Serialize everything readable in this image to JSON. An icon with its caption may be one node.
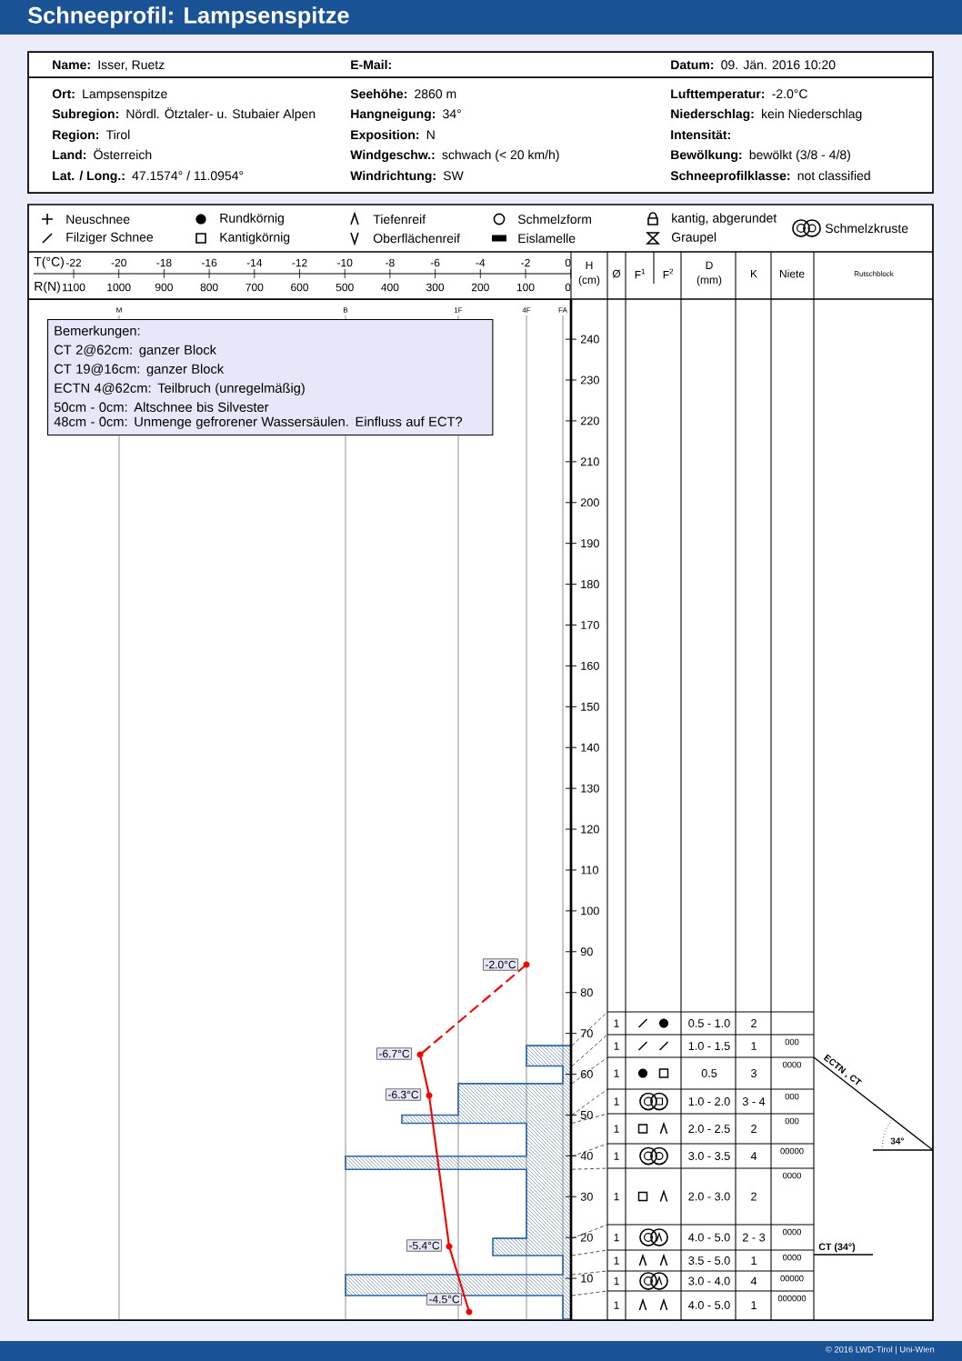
{
  "diagram": {
    "title": "Schneeprofil: Lampsenspitze",
    "nodes": [
      {
        "text": [
          "Bemerkungen:",
          "CT 2@62cm: ganzer Block",
          "CT 19@16cm: ganzer Block",
          "ECTN 4@62cm: Teilbruch (unregelmäßig)",
          "50cm - 0cm: Altschnee bis Silvester",
          "48cm - 0cm: Unmenge gefrorener Wassersäulen. Einfluss auf ECT?"
        ]
      },
      {
        "text": [
          "-2.0°C"
        ]
      },
      {
        "text": [
          "-6.7°C"
        ]
      },
      {
        "text": [
          "-6.3°C"
        ]
      },
      {
        "text": [
          "-5.4°C"
        ]
      },
      {
        "text": [
          "-4.5°C"
        ]
      }
    ],
    "labels": [
      "Name:",
      "Isser, Ruetz",
      "E-Mail:",
      "Datum:",
      "09. Jän. 2016 10:20",
      "Ort:",
      "Lampsenspitze",
      "Seehöhe:",
      "2860 m",
      "Lufttemperatur:",
      "-2.0°C",
      "Subregion:",
      "Nördl. Ötztaler- u. Stubaier Alpen",
      "Hangneigung:",
      "34°",
      "Niederschlag:",
      "kein Niederschlag",
      "Region:",
      "Tirol",
      "Exposition:",
      "N",
      "Intensität:",
      "Land:",
      "Österreich",
      "Windgeschw.:",
      "schwach (< 20 km/h)",
      "Bewölkung:",
      "bewölkt (3/8 - 4/8)",
      "Lat. / Long.:",
      "47.1574° / 11.0954°",
      "Windrichtung:",
      "SW",
      "Schneeprofilklasse:",
      "not classified",
      "T(°C)",
      "-22",
      "-20",
      "-18",
      "-16",
      "-14",
      "-12",
      "-10",
      "-8",
      "-6",
      "-4",
      "-2",
      "0",
      "R(N)",
      "1100",
      "1000",
      "900",
      "800",
      "700",
      "600",
      "500",
      "400",
      "300",
      "200",
      "100",
      "0",
      "H (cm)",
      "Ø",
      "F$^{1}$",
      "F$^{2}$",
      "D (mm)",
      "K",
      "Niete",
      "Rutschblock",
      "M",
      "B",
      "1F",
      "4F",
      "FA",
      "240",
      "230",
      "220",
      "210",
      "200",
      "190",
      "180",
      "170",
      "160",
      "150",
      "140",
      "130",
      "120",
      "110",
      "100",
      "90",
      "80",
      "70",
      "60",
      "50",
      "40",
      "30",
      "20",
      "10",
      "1",
      "0.5 - 1.0",
      "2",
      "1",
      "1.0 - 1.5",
      "1",
      "000",
      "1",
      "0.5",
      "3",
      "0000",
      "1",
      "1.0 - 2.0",
      "3 - 4",
      "000",
      "1",
      "2.0 - 2.5",
      "2",
      "000",
      "1",
      "3.0 - 3.5",
      "4",
      "00000",
      "1",
      "2.0 - 3.0",
      "2",
      "0000",
      "1",
      "4.0 - 5.0",
      "2 - 3",
      "0000",
      "1",
      "3.5 - 5.0",
      "1",
      "0000",
      "1",
      "3.0 - 4.0",
      "4",
      "00000",
      "1",
      "4.0 - 5.0",
      "1",
      "000000",
      "ECTN , CT",
      "34°",
      "CT (34°)",
      "© 2016 LWD-Tirol | Uni-Wien"
    ],
    "legend": [
      {
        "text": "Neuschnee"
      },
      {
        "text": "Filziger Schnee"
      },
      {
        "text": "Rundkörnig"
      },
      {
        "text": "Kantigkörnig"
      },
      {
        "text": "Tiefenreif"
      },
      {
        "text": "Oberflächenreif"
      },
      {
        "text": "Schmelzform"
      },
      {
        "text": "Eislamelle"
      },
      {
        "text": "kantig, abgerundet"
      },
      {
        "text": "Graupel"
      },
      {
        "text": "Schmelzkruste"
      }
    ]
  }
}
